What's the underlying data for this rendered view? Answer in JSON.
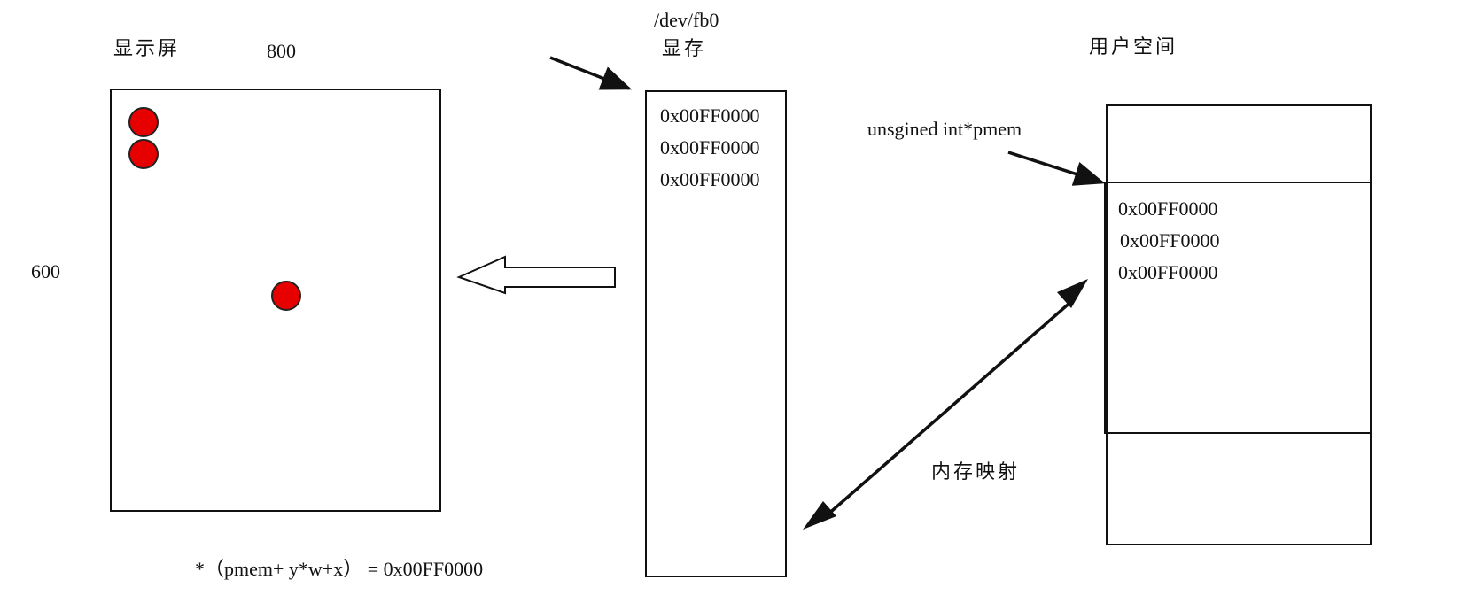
{
  "screen": {
    "label": "显示屏",
    "width_label": "800",
    "height_label": "600",
    "pixel_color": "#e60000"
  },
  "framebuffer": {
    "device": "/dev/fb0",
    "label": "显存",
    "values": [
      "0x00FF0000",
      "0x00FF0000",
      "0x00FF0000"
    ]
  },
  "user_space": {
    "label": "用户空间",
    "pointer": "unsgined int*pmem",
    "values": [
      "0x00FF0000",
      "0x00FF0000",
      "0x00FF0000"
    ]
  },
  "mapping_label": "内存映射",
  "formula": "*（pmem+ y*w+x） = 0x00FF0000"
}
